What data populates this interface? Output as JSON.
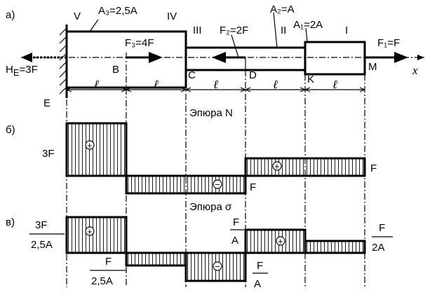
{
  "labels": {
    "part_a": "а)",
    "part_b": "б)",
    "part_v": "в)",
    "section_V": "V",
    "section_IV": "IV",
    "section_III": "III",
    "section_II": "II",
    "section_I": "I",
    "area_3": "A₃=2,5A",
    "area_2": "A₂=A",
    "area_1": "A₁=2A",
    "force_3": "F₃=4F",
    "force_2": "F₂=2F",
    "force_1": "F₁=F",
    "reaction": "H",
    "reaction_sub": "E",
    "reaction_val": "=3F",
    "point_E": "E",
    "point_B": "B",
    "point_C": "C",
    "point_D": "D",
    "point_K": "K",
    "point_M": "M",
    "axis_x": "x",
    "length": "ℓ",
    "epure_N": "Эпюра N",
    "epure_sigma": "Эпюра σ",
    "n_left": "3F",
    "n_right": "F",
    "n_mid": "F",
    "sig_left_num": "3F",
    "sig_left_den": "2,5A",
    "sig_b_num": "F",
    "sig_b_den": "2,5A",
    "sig_d_num": "F",
    "sig_d_den": "A",
    "sig_c_num": "F",
    "sig_c_den": "A",
    "sig_right_num": "F",
    "sig_right_den": "2A",
    "plus": "+",
    "minus": "−"
  },
  "epure_N": {
    "segments": [
      {
        "from": "E",
        "to": "B",
        "value": 3,
        "sign": "+"
      },
      {
        "from": "B",
        "to": "D",
        "value": -1,
        "sign": "−"
      },
      {
        "from": "D",
        "to": "M",
        "value": 1,
        "sign": "+"
      }
    ]
  },
  "epure_sigma": {
    "segments": [
      {
        "from": "E",
        "to": "B",
        "value": 1.2,
        "sign": "+"
      },
      {
        "from": "B",
        "to": "C",
        "value": -0.4,
        "sign": "−"
      },
      {
        "from": "C",
        "to": "D",
        "value": -1,
        "sign": "−"
      },
      {
        "from": "D",
        "to": "K",
        "value": 1,
        "sign": "+"
      },
      {
        "from": "K",
        "to": "M",
        "value": 0.5,
        "sign": "+"
      }
    ]
  }
}
